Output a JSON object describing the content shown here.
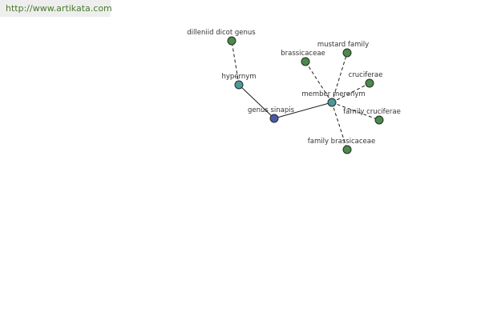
{
  "source": {
    "url_text": "http://www.artikata.com"
  },
  "colors": {
    "center_node": "#4a5aa8",
    "relation_node": "#4a9a9a",
    "leaf_node": "#4a8a4a",
    "node_stroke": "#2a2a2a",
    "edge": "#1a1a1a",
    "label": "#333333",
    "banner_bg": "#eeeeee",
    "link": "#4a7a2a"
  },
  "graph": {
    "center": {
      "id": "genus-sinapis",
      "label": "genus sinapis"
    },
    "relations": [
      {
        "id": "hypernym",
        "label": "hypernym"
      },
      {
        "id": "member-meronym",
        "label": "member meronym"
      }
    ],
    "leaves": [
      {
        "id": "dilleniid-dicot-genus",
        "label": "dilleniid dicot genus",
        "relation": "hypernym"
      },
      {
        "id": "brassicaceae",
        "label": "brassicaceae",
        "relation": "member-meronym"
      },
      {
        "id": "mustard-family",
        "label": "mustard family",
        "relation": "member-meronym"
      },
      {
        "id": "cruciferae",
        "label": "cruciferae",
        "relation": "member-meronym"
      },
      {
        "id": "family-cruciferae",
        "label": "family cruciferae",
        "relation": "member-meronym"
      },
      {
        "id": "family-brassicaceae",
        "label": "family brassicaceae",
        "relation": "member-meronym"
      }
    ]
  }
}
